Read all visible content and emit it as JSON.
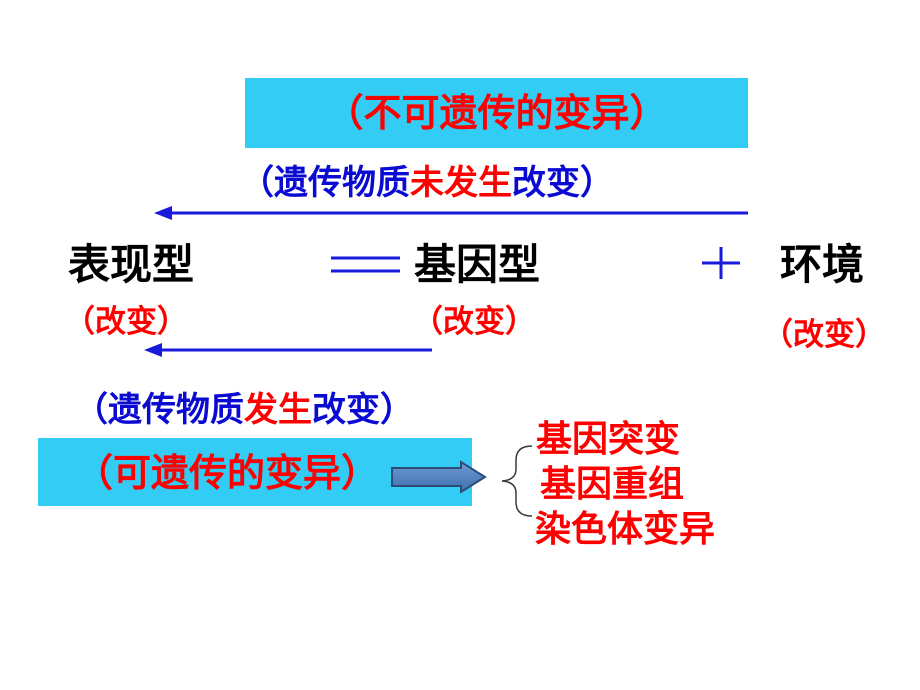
{
  "top_box": {
    "text": "（不可遗传的变异）"
  },
  "top_note": {
    "parts": [
      "（遗传物质",
      "未发生",
      "改变）"
    ]
  },
  "equation": {
    "phenotype": "表现型",
    "genotype": "基因型",
    "environment": "环境"
  },
  "changes": {
    "phenotype": "（改变）",
    "genotype": "（改变）",
    "environment": "（改变）"
  },
  "bottom_note": {
    "parts": [
      "（遗传物质",
      "发生",
      "改变）"
    ]
  },
  "bottom_box": {
    "text": "（可遗传的变异）"
  },
  "variation_types": [
    "基因突变",
    "基因重组",
    "染色体变异"
  ],
  "icons": {
    "equals": "equals-icon",
    "plus": "plus-icon",
    "left_arrow": "arrow-left-icon",
    "block_arrow": "block-arrow-right-icon",
    "brace": "left-brace-icon"
  },
  "colors": {
    "highlight_box": "#33ccf5",
    "red_text": "#ff0000",
    "blue_text": "#0a0ad2",
    "arrow_blue": "#1a1adc",
    "block_arrow_fill": "#4f81bd",
    "block_arrow_stroke": "#2c4d75"
  }
}
